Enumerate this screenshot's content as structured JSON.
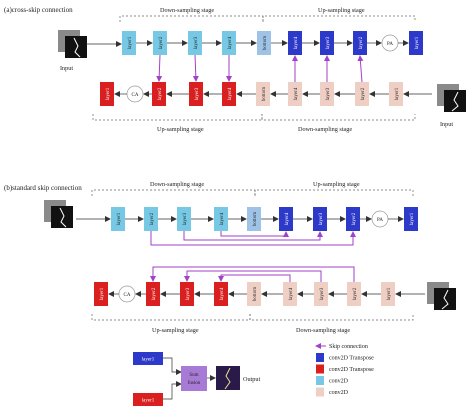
{
  "colors": {
    "light_blue": "#76c8e4",
    "steel_blue": "#9ec3e6",
    "dark_blue": "#2c39c9",
    "red": "#d91f1f",
    "peach": "#efcfc4",
    "purple": "#a142c9",
    "sum_fusion": "#a77ad6"
  },
  "panel_a": {
    "title": "(a)cross-skip connection",
    "down_stage": "Down-sampling stage",
    "up_stage": "Up-sampling stage",
    "input_left": "Input",
    "input_right": "Input",
    "row1": [
      "layer1",
      "layer2",
      "layer3",
      "layer4",
      "bottom",
      "layer4",
      "layer3",
      "layer2",
      "PA",
      "layer1"
    ],
    "row2": [
      "layer1",
      "CA",
      "layer2",
      "layer3",
      "layer4",
      "bottom",
      "layer4",
      "layer3",
      "layer2",
      "layer1"
    ],
    "up_stage_bottom": "Up-sampling stage",
    "down_stage_bottom": "Down-sampling stage"
  },
  "panel_b": {
    "title": "(b)standard skip connection",
    "down_stage": "Down-sampling stage",
    "up_stage": "Up-sampling stage",
    "row1": [
      "layer1",
      "layer2",
      "layer3",
      "layer4",
      "bottom",
      "layer4",
      "layer3",
      "layer2",
      "PA",
      "layer1"
    ],
    "row2": [
      "layer1",
      "CA",
      "layer2",
      "layer3",
      "layer4",
      "bottom",
      "layer4",
      "layer3",
      "layer2",
      "layer1"
    ],
    "up_stage_bottom": "Up-sampling stage",
    "down_stage_bottom": "Down-sampling stage"
  },
  "fusion": {
    "top_block": "layer1",
    "bottom_block": "layer1",
    "sum_line1": "Sum",
    "sum_line2": "fusion",
    "output": "Output"
  },
  "legend": {
    "items": [
      {
        "icon": "skip-arrow",
        "label": "Skip connection",
        "color": "#a142c9"
      },
      {
        "icon": "swatch",
        "label": "conv2D Transpose",
        "color": "#2c39c9"
      },
      {
        "icon": "swatch",
        "label": "conv2D Transpose",
        "color": "#d91f1f"
      },
      {
        "icon": "swatch",
        "label": "conv2D",
        "color": "#76c8e4"
      },
      {
        "icon": "swatch",
        "label": "conv2D",
        "color": "#efcfc4"
      }
    ]
  }
}
